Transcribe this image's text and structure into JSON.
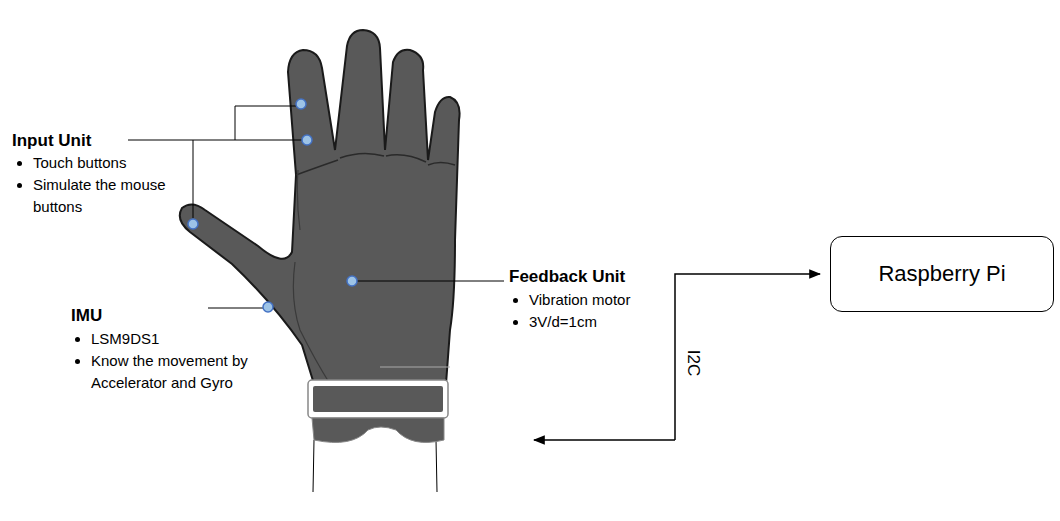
{
  "diagram": {
    "nodes": [
      {
        "text": [
          "Raspberry Pi"
        ]
      }
    ],
    "labels": [
      "Input Unit",
      "Touch buttons",
      "Simulate the mouse buttons",
      "IMU",
      "LSM9DS1",
      "Know the movement by Accelerator and Gyro",
      "Feedback Unit",
      "Vibration motor",
      "3V/d=1cm",
      "I2C"
    ]
  }
}
